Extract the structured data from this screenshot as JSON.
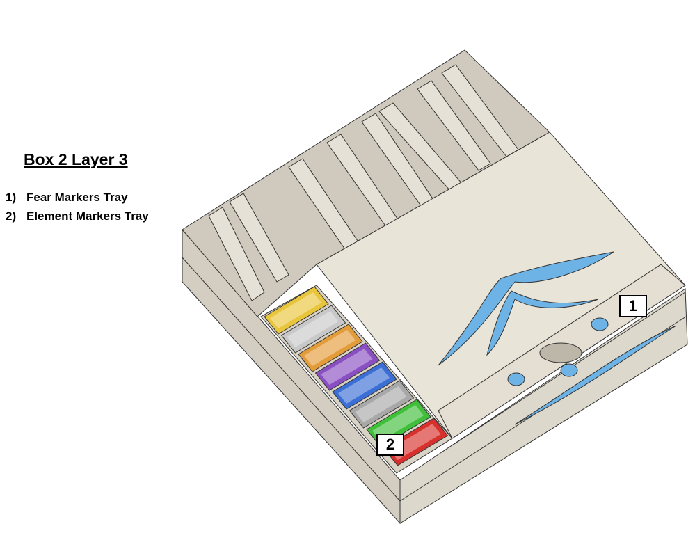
{
  "title": "Box 2 Layer 3",
  "legend": [
    {
      "num": "1)",
      "label": "Fear Markers Tray"
    },
    {
      "num": "2)",
      "label": "Element Markers Tray"
    }
  ],
  "callouts": [
    "1",
    "2"
  ],
  "colors": {
    "box": "#e6e1d6",
    "box_side": "#d2ccc0",
    "inlay": "#6db3e6",
    "trays": [
      "#e8c53a",
      "#c8c8c8",
      "#e39c3a",
      "#8a4fc2",
      "#3b6fd6",
      "#a8a8a8",
      "#3fbf3a",
      "#d8302c"
    ]
  }
}
